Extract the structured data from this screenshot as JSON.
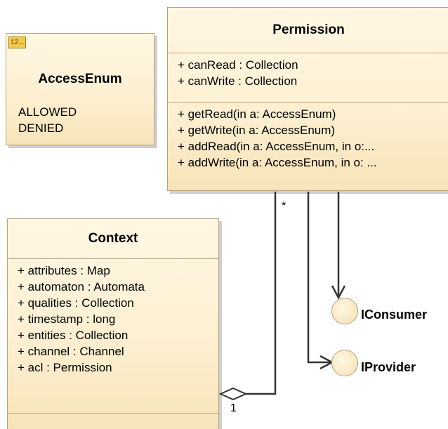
{
  "enum_class": {
    "badge": "12...",
    "name": "AccessEnum",
    "literals": [
      "ALLOWED",
      "DENIED"
    ]
  },
  "permission_class": {
    "name": "Permission",
    "attributes": [
      "+ canRead : Collection",
      "+ canWrite : Collection"
    ],
    "operations": [
      "+ getRead(in a: AccessEnum)",
      "+ getWrite(in a: AccessEnum)",
      "+ addRead(in a: AccessEnum, in o:...",
      "+ addWrite(in a: AccessEnum, in o: ..."
    ]
  },
  "context_class": {
    "name": "Context",
    "attributes": [
      "+ attributes : Map",
      "+ automaton : Automata",
      "+ qualities : Collection",
      "+ timestamp : long",
      "+ entities : Collection",
      "+ channel : Channel",
      "+ acl : Permission"
    ]
  },
  "interfaces": {
    "consumer": "IConsumer",
    "provider": "IProvider"
  },
  "association": {
    "permission_end": "*",
    "context_end": "1"
  },
  "colors": {
    "class_fill": "#fdf0d2",
    "class_border": "#b8a27a",
    "badge_fill": "#f2c94c"
  }
}
